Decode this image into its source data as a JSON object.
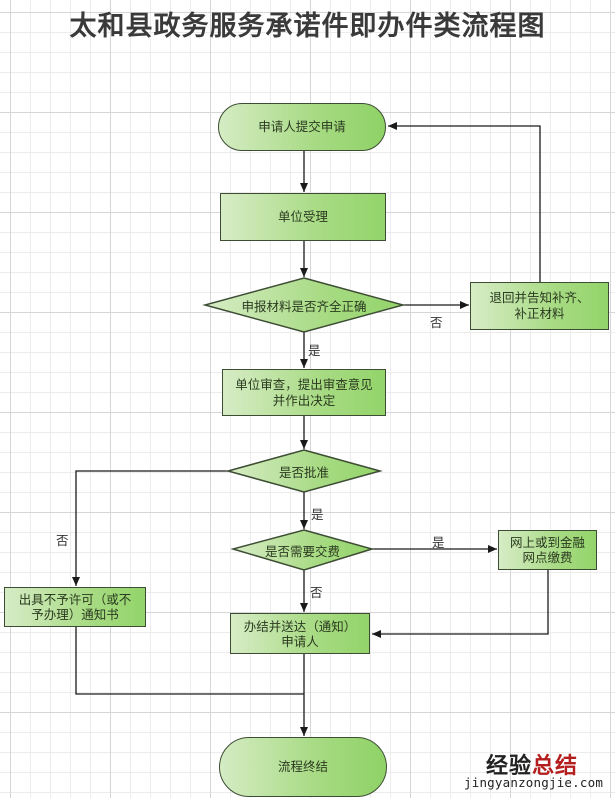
{
  "title": "太和县政务服务承诺件即办件类流程图",
  "nodes": {
    "start": "申请人提交申请",
    "accept": "单位受理",
    "check_materials": "申报材料是否齐全正确",
    "return_materials": "退回并告知补齐、补正材料",
    "review": "单位审查，提出审查意见并作出决定",
    "approve": "是否批准",
    "need_fee": "是否需要交费",
    "pay": "网上或到金融网点缴费",
    "reject_notice": "出具不予许可（或不予办理）通知书",
    "complete": "办结并送达（通知）申请人",
    "end": "流程终结"
  },
  "edge_labels": {
    "materials_no": "否",
    "materials_yes": "是",
    "approve_yes": "是",
    "approve_no": "否",
    "fee_yes": "是",
    "fee_no": "否"
  },
  "colors": {
    "node_fill": "#a8db84",
    "node_border": "#3d4d34",
    "line": "#1a1a1a",
    "grid": "#d6d6d6"
  },
  "watermark": {
    "cn_part1": "经验",
    "cn_part2": "总结",
    "url": "jingyanzongjie.com"
  }
}
